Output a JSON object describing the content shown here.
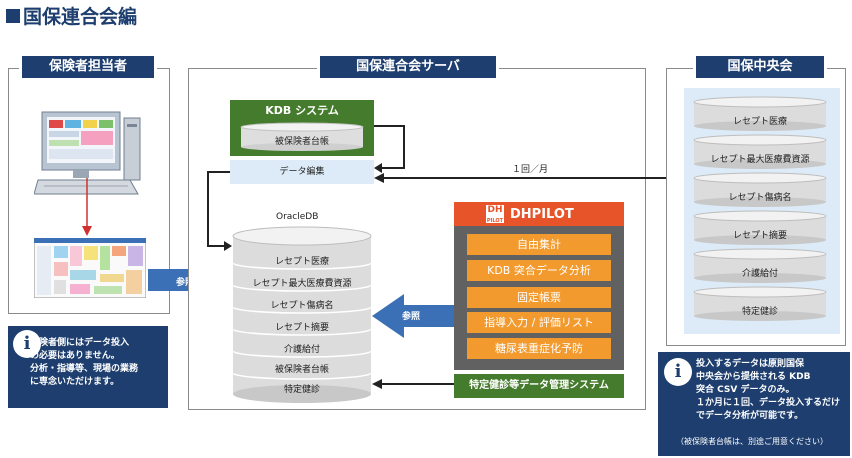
{
  "page": {
    "title": "国保連合会編"
  },
  "insurer_panel": {
    "label": "保険者担当者",
    "info": "保険者側にはデータ投入\nの必要はありません。\n分析・指導等、現場の業務\nに専念いただけます。"
  },
  "server_panel": {
    "label": "国保連合会サーバ",
    "kdb_title": "KDB システム",
    "kdb_db": "被保険者台帳",
    "data_edit": "データ編集",
    "oracle_label": "OracleDB",
    "oracle_items": [
      "レセプト医療",
      "レセプト最大医療費資源",
      "レセプト傷病名",
      "レセプト摘要",
      "介護給付",
      "被保険者台帳",
      "特定健診"
    ],
    "monthly": "１回／月",
    "ref_left": "参照",
    "ref_right": "参照",
    "dhpilot_title": "DHPILOT",
    "dhpilot_logo": "DH",
    "dhpilot_logo_sub": "PILOT",
    "dhpilot_items": [
      "自由集計",
      "KDB 突合データ分析",
      "固定帳票",
      "指導入力 / 評価リスト",
      "糖尿表重症化予防"
    ],
    "health_system": "特定健診等データ管理システム"
  },
  "central_panel": {
    "label": "国保中央会",
    "items": [
      "レセプト医療",
      "レセプト最大医療費資源",
      "レセプト傷病名",
      "レセプト摘要",
      "介護給付",
      "特定健診"
    ],
    "info": "投入するデータは原則国保\n中央会から提供される KDB\n突合 CSV データのみ。\n１か月に１回、データ投入するだけ\nでデータ分析が可能です。",
    "info_note": "（被保険者台帳は、別途ご用意ください）"
  },
  "info_icon": "i",
  "colors": {
    "navy": "#1d3e6e",
    "green": "#457b2c",
    "orange": "#f29a2e",
    "dh_header": "#e8542a",
    "light_blue": "#dcebf7"
  }
}
